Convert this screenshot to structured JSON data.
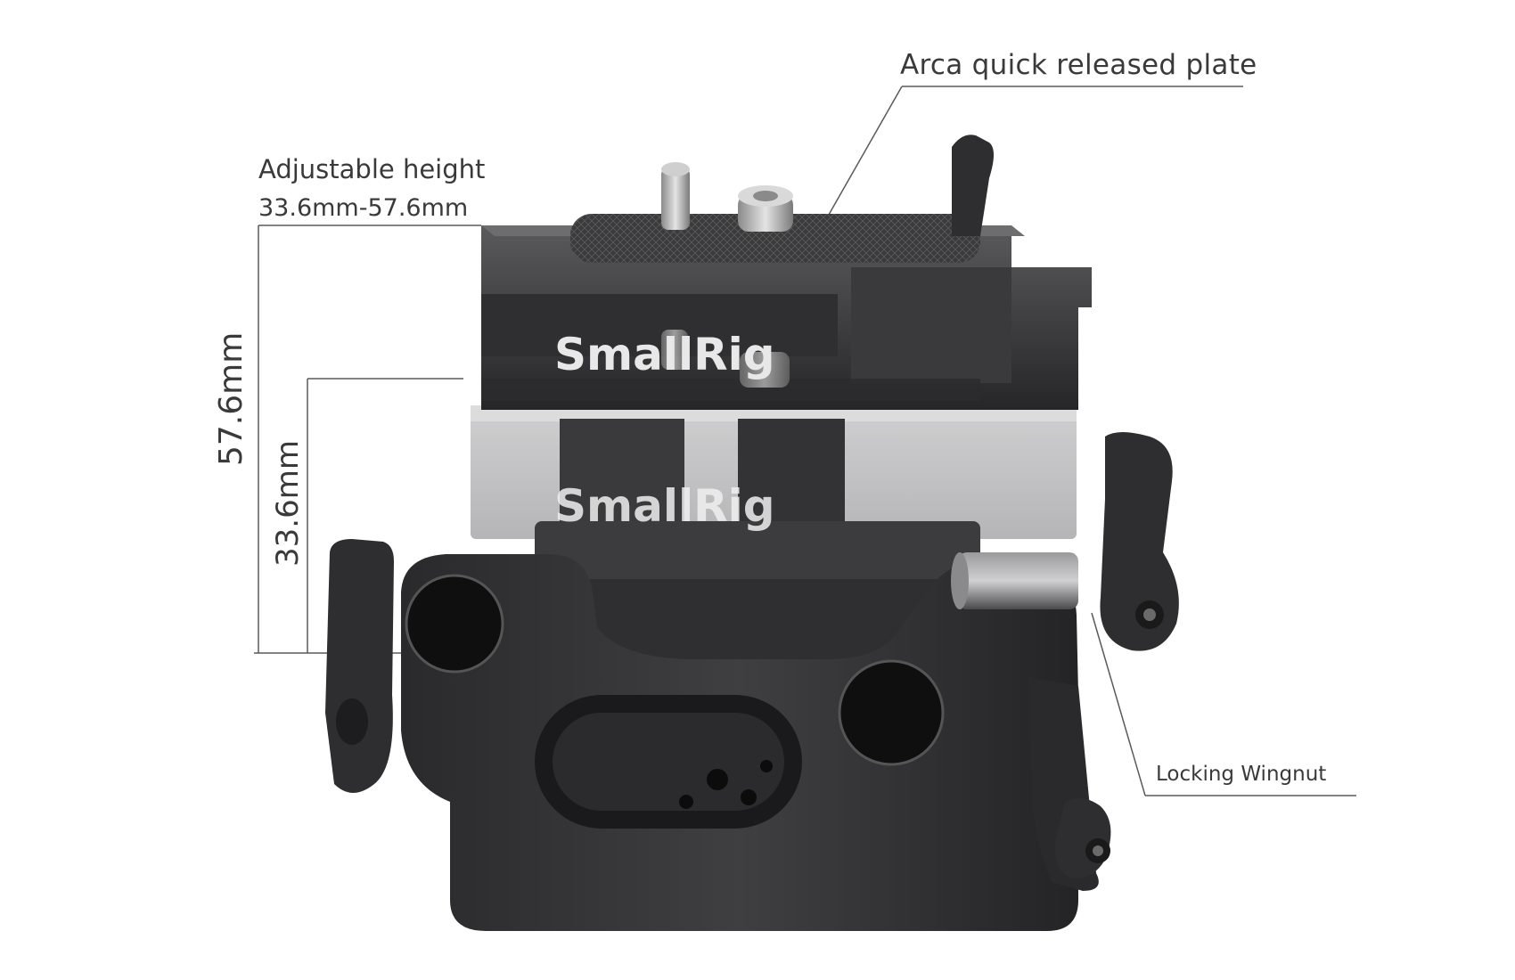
{
  "annotations": {
    "arca_plate": "Arca quick released plate",
    "adjustable_height_title": "Adjustable height",
    "adjustable_height_range": "33.6mm-57.6mm",
    "max_height": "57.6mm",
    "min_height": "33.6mm",
    "locking_wingnut": "Locking Wingnut"
  },
  "product": {
    "brand_top": "SmallRig",
    "brand_ghost": "SmallRig"
  },
  "colors": {
    "background": "#ffffff",
    "metal_dark": "#2b2b2d",
    "metal_mid": "#444446",
    "metal_light": "#6a6a6c",
    "ghost": "#b9b9bb",
    "line": "#5a5a5a",
    "text": "#3a3a3a"
  }
}
